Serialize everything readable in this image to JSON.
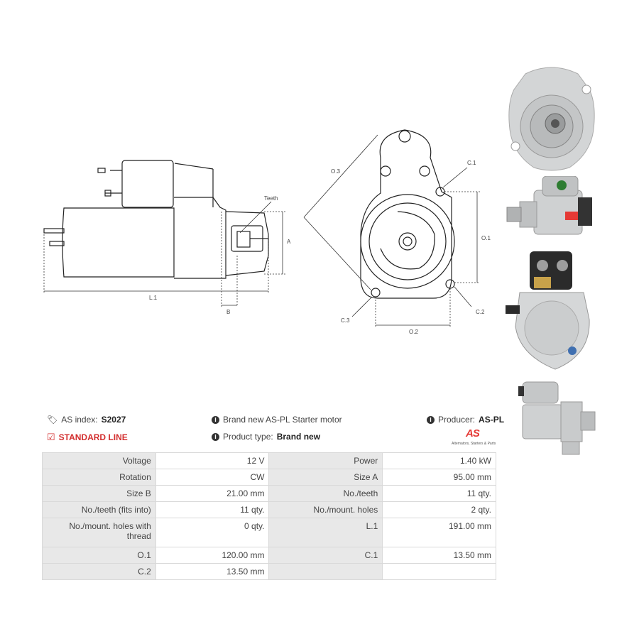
{
  "drawing": {
    "side_labels": {
      "teeth": "Teeth",
      "a": "A",
      "l1": "L.1",
      "b": "B"
    },
    "front_labels": {
      "o3": "O.3",
      "c1": "C.1",
      "o1": "O.1",
      "c2": "C.2",
      "c3": "C.3",
      "o2": "O.2"
    }
  },
  "info": {
    "as_index_label": "AS index:",
    "as_index_value": "S2027",
    "standard_line": "STANDARD LINE",
    "description": "Brand new AS-PL Starter motor",
    "product_type_label": "Product type:",
    "product_type_value": "Brand new",
    "producer_label": "Producer:",
    "producer_value": "AS-PL",
    "logo_text": "AS",
    "logo_tagline": "Alternators, Starters & Parts"
  },
  "specs": [
    {
      "l1": "Voltage",
      "v1": "12 V",
      "l2": "Power",
      "v2": "1.40 kW"
    },
    {
      "l1": "Rotation",
      "v1": "CW",
      "l2": "Size A",
      "v2": "95.00 mm"
    },
    {
      "l1": "Size B",
      "v1": "21.00 mm",
      "l2": "No./teeth",
      "v2": "11 qty."
    },
    {
      "l1": "No./teeth (fits into)",
      "v1": "11 qty.",
      "l2": "No./mount. holes",
      "v2": "2 qty."
    },
    {
      "l1": "No./mount. holes with thread",
      "v1": "0 qty.",
      "l2": "L.1",
      "v2": "191.00 mm"
    },
    {
      "l1": "O.1",
      "v1": "120.00 mm",
      "l2": "C.1",
      "v2": "13.50 mm"
    },
    {
      "l1": "C.2",
      "v1": "13.50 mm",
      "l2": "",
      "v2": ""
    }
  ],
  "colors": {
    "standard_line": "#d32f2f",
    "table_label_bg": "#e8e8e8",
    "table_border": "#d9d9d9",
    "metal": "#c9ccce"
  }
}
